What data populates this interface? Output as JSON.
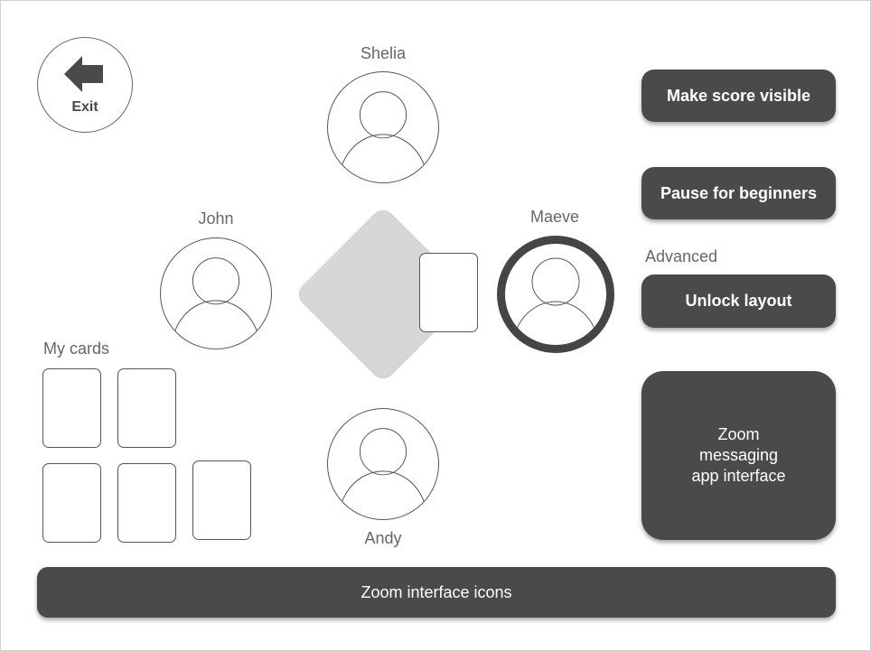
{
  "exit": {
    "label": "Exit",
    "icon": "back-arrow-icon"
  },
  "players": {
    "north": {
      "name": "Shelia"
    },
    "west": {
      "name": "John"
    },
    "east": {
      "name": "Maeve",
      "active": true
    },
    "south": {
      "name": "Andy"
    }
  },
  "my_cards": {
    "label": "My cards",
    "count": 5
  },
  "controls": {
    "make_score_visible": "Make score visible",
    "pause_for_beginners": "Pause for beginners",
    "advanced_label": "Advanced",
    "unlock_layout": "Unlock layout",
    "zoom_messaging": "Zoom messaging app interface"
  },
  "zoom_bar": {
    "label": "Zoom interface icons"
  },
  "colors": {
    "dark_button": "#4a4a4a",
    "table": "#d6d6d6",
    "text": "#666666"
  }
}
